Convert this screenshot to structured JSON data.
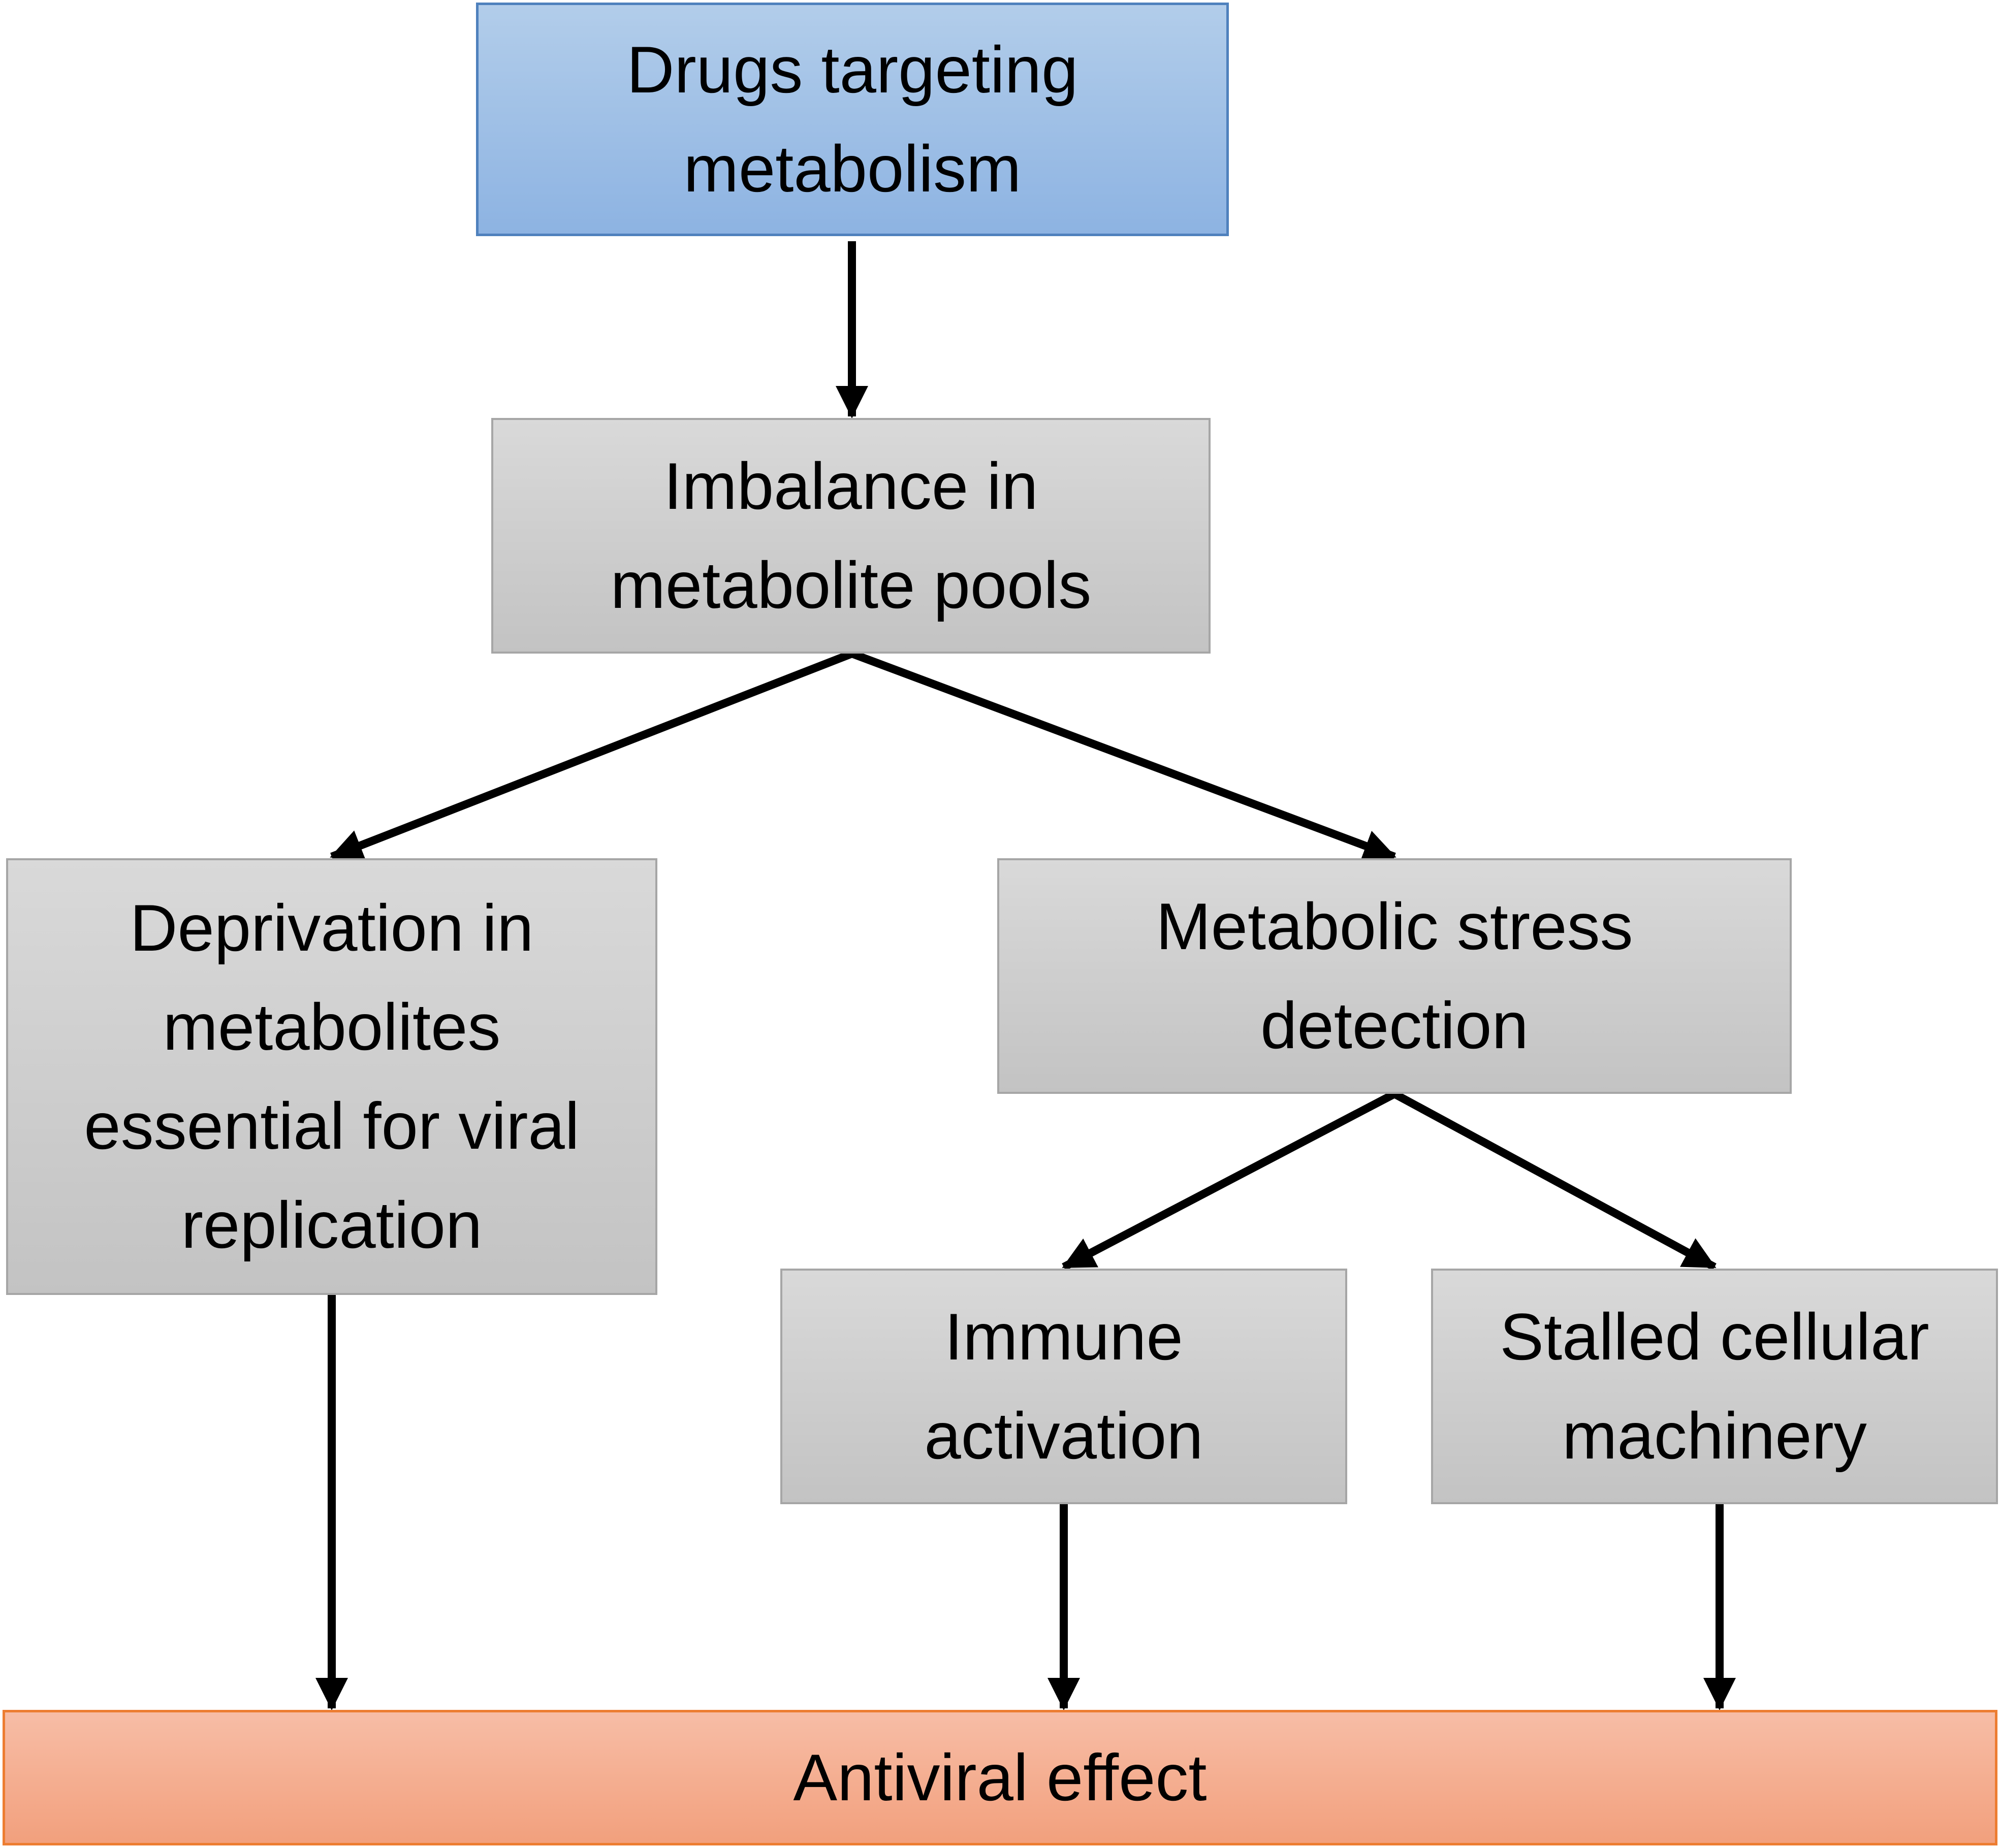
{
  "nodes": {
    "drugs": "Drugs targeting\nmetabolism",
    "imbalance": "Imbalance in\nmetabolite pools",
    "deprivation": "Deprivation in\nmetabolites\nessential for viral\nreplication",
    "stress": "Metabolic stress\ndetection",
    "immune": "Immune\nactivation",
    "stalled": "Stalled cellular\nmachinery",
    "antiviral": "Antiviral effect"
  },
  "edges": [
    {
      "from": "drugs",
      "to": "imbalance"
    },
    {
      "from": "imbalance",
      "to": "deprivation"
    },
    {
      "from": "imbalance",
      "to": "stress"
    },
    {
      "from": "stress",
      "to": "immune"
    },
    {
      "from": "stress",
      "to": "stalled"
    },
    {
      "from": "deprivation",
      "to": "antiviral"
    },
    {
      "from": "immune",
      "to": "antiviral"
    },
    {
      "from": "stalled",
      "to": "antiviral"
    }
  ],
  "colors": {
    "start_fill": "#a5c3e8",
    "process_fill": "#cfcfcf",
    "end_fill": "#f5b293",
    "arrow": "#000000"
  }
}
